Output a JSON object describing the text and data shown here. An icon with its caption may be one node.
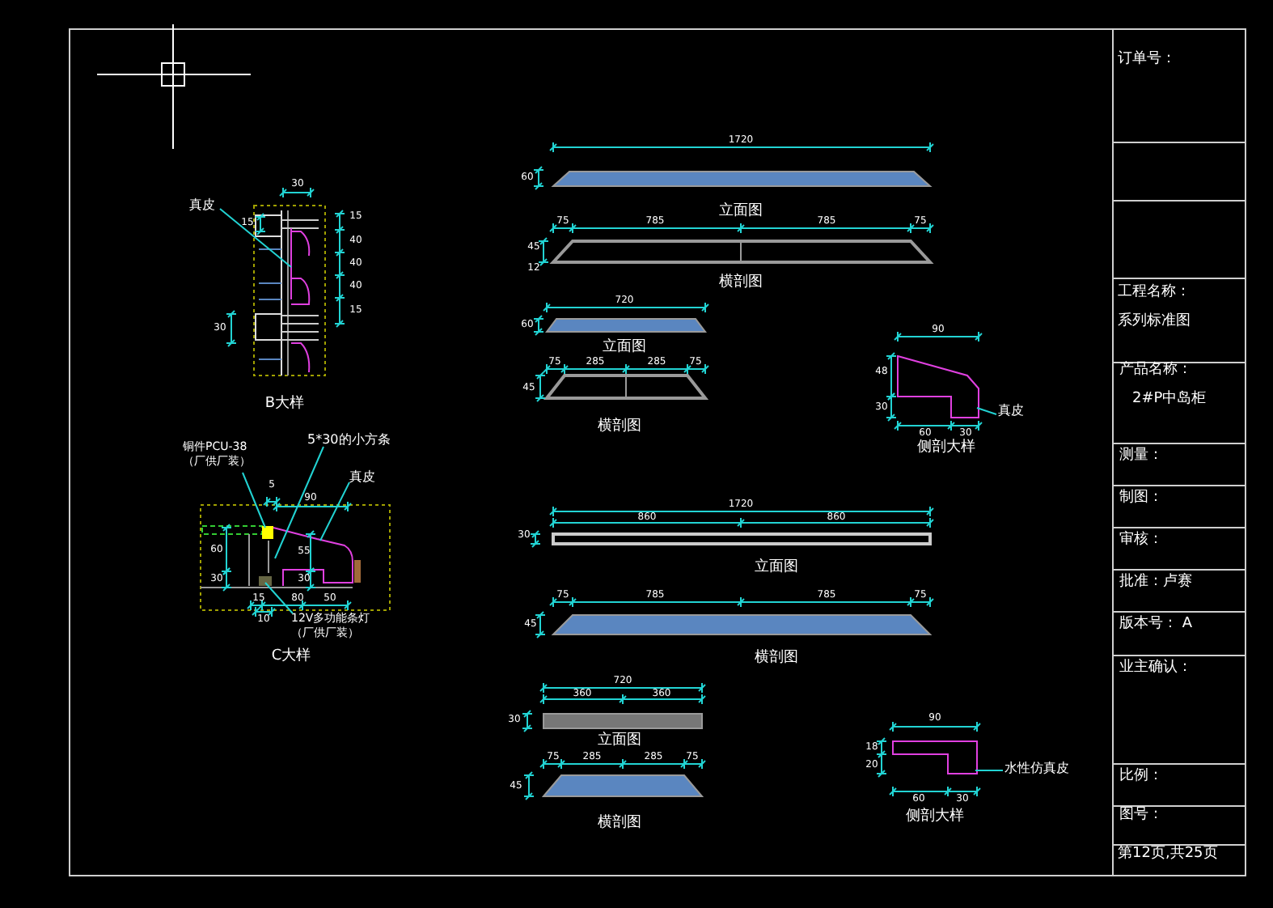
{
  "diagram": {
    "nodes": [
      {
        "text": [
          "真皮"
        ]
      },
      {
        "text": [
          "铜件PCU-38（厂供厂装）"
        ]
      },
      {
        "text": [
          "5*30的小方条"
        ]
      },
      {
        "text": [
          "真皮"
        ]
      },
      {
        "text": [
          "12V多功能条灯（厂供厂装）"
        ]
      },
      {
        "text": [
          "真皮"
        ]
      },
      {
        "text": [
          "水性仿真皮"
        ]
      },
      {
        "text": [],
        "shape": "picture"
      },
      {
        "text": [],
        "shape": "picture"
      },
      {
        "text": [],
        "shape": "picture"
      },
      {
        "text": [],
        "shape": "picture"
      }
    ],
    "edges": [
      {
        "from": 0,
        "to": 7,
        "arrow": "none"
      },
      {
        "from": 1,
        "to": 8,
        "arrow": "none"
      },
      {
        "from": 2,
        "to": 8,
        "arrow": "none"
      },
      {
        "from": 3,
        "to": 8,
        "arrow": "none"
      },
      {
        "from": 4,
        "to": 8,
        "arrow": "none"
      },
      {
        "from": 5,
        "to": 9,
        "arrow": "none"
      },
      {
        "from": 6,
        "to": 10,
        "arrow": "none"
      }
    ],
    "labels": [
      "30",
      "15",
      "15",
      "40",
      "40",
      "40",
      "15",
      "30",
      "B大样",
      "5",
      "90",
      "60",
      "30",
      "55",
      "30",
      "15",
      "80",
      "50",
      "10",
      "C大样",
      "1720",
      "60",
      "立面图",
      "75",
      "785",
      "785",
      "75",
      "45",
      "12",
      "横剖图",
      "720",
      "60",
      "立面图",
      "75",
      "285",
      "285",
      "75",
      "45",
      "横剖图",
      "90",
      "48",
      "30",
      "60",
      "30",
      "侧剖大样",
      "1720",
      "860",
      "860",
      "30",
      "立面图",
      "75",
      "785",
      "785",
      "75",
      "45",
      "横剖图",
      "720",
      "360",
      "360",
      "30",
      "立面图",
      "75",
      "285",
      "285",
      "75",
      "45",
      "横剖图",
      "90",
      "18",
      "20",
      "60",
      "30",
      "侧剖大样",
      "订单号：",
      "工程名称：",
      "系列标准图",
      "产品名称：",
      "2#P中岛柜",
      "测量：",
      "制图：",
      "审核：",
      "批准：卢赛",
      "版本号：  A",
      "业主确认：",
      "比例：",
      "图号：",
      "第12页,共25页"
    ]
  }
}
